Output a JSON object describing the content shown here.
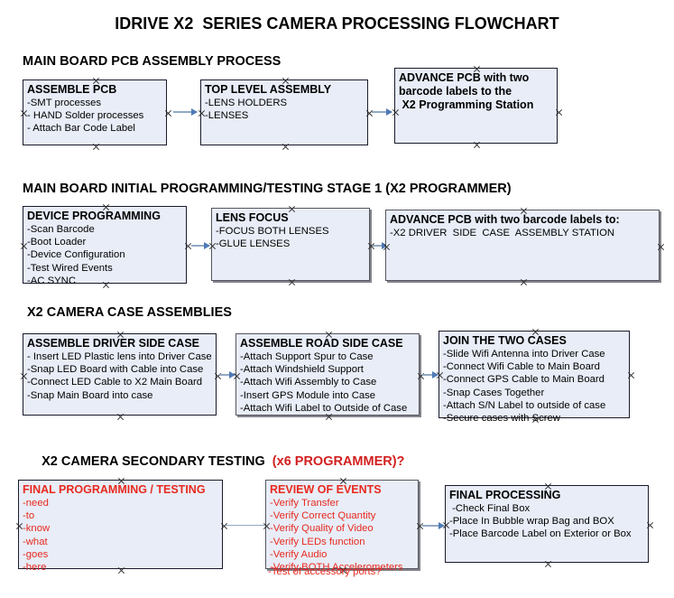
{
  "title": "IDRIVE X2  SERIES CAMERA PROCESSING FLOWCHART",
  "colors": {
    "node_fill": "#e8edf7",
    "node_border": "#1a1a2e",
    "red_text": "#e8291f",
    "connector": "#93a9c4",
    "arrow": "#4f7bb5"
  },
  "sections": [
    {
      "id": "main-board-pcb-assembly-process",
      "heading": "MAIN BOARD PCB ASSEMBLY PROCESS",
      "heading_accent": "",
      "nodes": [
        {
          "id": "assemble-pcb",
          "title": "ASSEMBLE PCB",
          "lines": [
            "-SMT processes",
            "- HAND Solder processes",
            "- Attach Bar Code Label"
          ]
        },
        {
          "id": "top-level-assembly",
          "title": "TOP LEVEL ASSEMBLY",
          "lines": [
            "-LENS HOLDERS",
            "-LENSES"
          ]
        },
        {
          "id": "advance-pcb-programming-station",
          "title": "ADVANCE PCB with two",
          "lines": [
            "barcode labels to the",
            " X2 Programming Station"
          ]
        }
      ]
    },
    {
      "id": "main-board-initial-programming",
      "heading": "MAIN BOARD INITIAL PROGRAMMING/TESTING STAGE 1 (X2 PROGRAMMER)",
      "heading_accent": "",
      "nodes": [
        {
          "id": "device-programming",
          "title": "DEVICE PROGRAMMING",
          "lines": [
            "-Scan Barcode",
            "-Boot Loader",
            "-Device Configuration",
            "-Test Wired Events",
            "-AC SYNC"
          ]
        },
        {
          "id": "lens-focus",
          "title": "LENS FOCUS",
          "lines": [
            "-FOCUS BOTH LENSES",
            "-GLUE LENSES"
          ]
        },
        {
          "id": "advance-pcb-driver-side-case",
          "title": "ADVANCE PCB with two barcode labels to:",
          "lines": [
            "-X2 DRIVER  SIDE  CASE  ASSEMBLY STATION"
          ]
        }
      ]
    },
    {
      "id": "x2-camera-case-assemblies",
      "heading": "X2 CAMERA CASE ASSEMBLIES",
      "heading_accent": "",
      "nodes": [
        {
          "id": "assemble-driver-side-case",
          "title": "ASSEMBLE DRIVER SIDE CASE",
          "lines": [
            "- Insert LED Plastic lens into Driver Case",
            "-Snap LED Board with Cable into Case",
            "-Connect LED Cable to X2 Main Board",
            "-Snap Main Board into case"
          ]
        },
        {
          "id": "assemble-road-side-case",
          "title": "ASSEMBLE ROAD SIDE CASE",
          "lines": [
            "-Attach Support Spur to Case",
            "-Attach Windshield Support",
            "-Attach Wifi Assembly to Case",
            "-Insert GPS Module into Case",
            "-Attach Wifi Label to Outside of Case"
          ]
        },
        {
          "id": "join-the-two-cases",
          "title": "JOIN THE TWO CASES",
          "lines": [
            "-Slide Wifi Antenna into Driver Case",
            "-Connect Wifi Cable to Main Board",
            "-Connect GPS Cable to Main Board",
            "-Snap Cases Together",
            "-Attach S/N Label to outside of case",
            "-Secure cases with Screw"
          ]
        }
      ]
    },
    {
      "id": "x2-camera-secondary-testing",
      "heading": "X2 CAMERA SECONDARY TESTING  ",
      "heading_accent": "(x6 PROGRAMMER)?",
      "nodes": [
        {
          "id": "final-programming-testing",
          "title": "FINAL PROGRAMMING / TESTING",
          "lines": [
            "-need",
            "-to",
            "-know",
            "-what",
            "-goes",
            "-here"
          ]
        },
        {
          "id": "review-of-events",
          "title": "REVIEW OF EVENTS",
          "lines": [
            "-Verify Transfer",
            "-Verify Correct Quantity",
            "-Verify Quality of Video",
            "-Verify LEDs function",
            "-Verify Audio",
            "-Verify BOTH Accelerometers"
          ],
          "overflow_line": "-Test of accessory ports?"
        },
        {
          "id": "final-processing",
          "title": "FINAL PROCESSING",
          "lines": [
            " -Check Final Box",
            "-Place In Bubble wrap Bag and BOX",
            "-Place Barcode Label on Exterior or Box"
          ]
        }
      ]
    }
  ]
}
